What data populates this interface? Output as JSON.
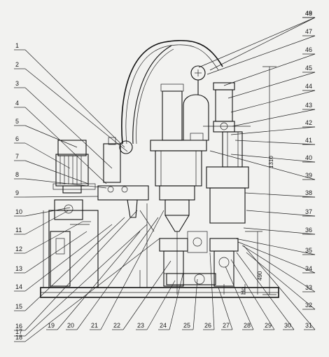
{
  "figure": {
    "labels_left": [
      "1",
      "2",
      "3",
      "4",
      "5",
      "6",
      "7",
      "8",
      "9",
      "10",
      "11",
      "12",
      "13",
      "14",
      "15",
      "16",
      "17",
      "18"
    ],
    "labels_bottom": [
      "19",
      "20",
      "21",
      "22",
      "23",
      "24",
      "25",
      "26",
      "27",
      "28",
      "29",
      "30",
      "31"
    ],
    "labels_right": [
      "32",
      "33",
      "34",
      "35",
      "36",
      "37",
      "38",
      "39",
      "40",
      "41",
      "42",
      "43",
      "44",
      "45",
      "46",
      "47",
      "48",
      "49"
    ],
    "dim_height": "1310",
    "dim_width": "490",
    "dim_h0": "Ho"
  }
}
